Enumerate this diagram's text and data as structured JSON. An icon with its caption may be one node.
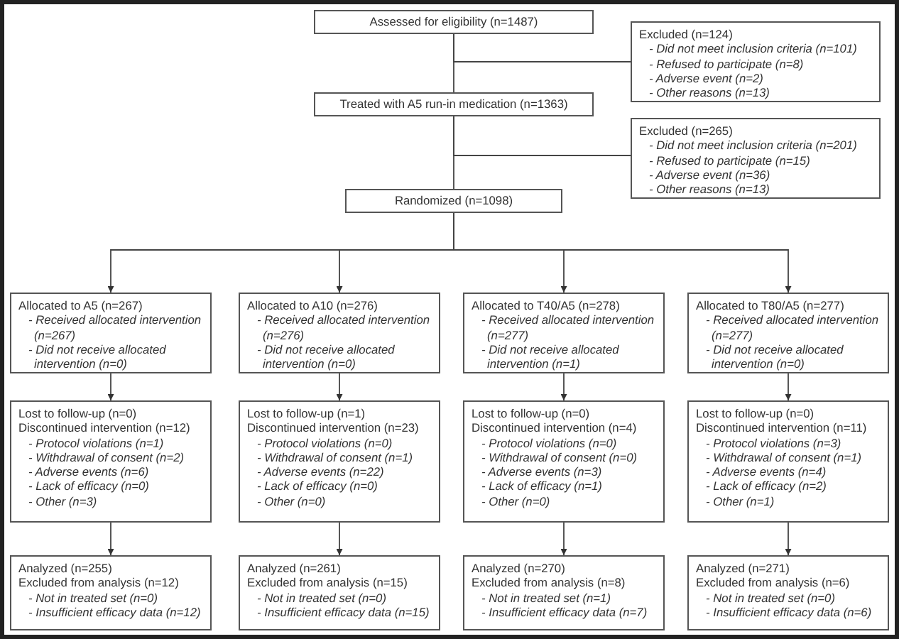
{
  "diagram": {
    "nodes": [
      {
        "text": [
          "Assessed for eligibility (n=1487)"
        ]
      },
      {
        "text": [
          "Excluded (n=124)",
          "- Did not meet inclusion criteria (n=101)",
          "- Refused to participate (n=8)",
          "- Adverse event (n=2)",
          "- Other reasons (n=13)"
        ]
      },
      {
        "text": [
          "Treated with A5 run-in medication (n=1363)"
        ]
      },
      {
        "text": [
          "Excluded (n=265)",
          "- Did not meet inclusion criteria (n=201)",
          "- Refused to participate (n=15)",
          "- Adverse event (n=36)",
          "- Other reasons (n=13)"
        ]
      },
      {
        "text": [
          "Randomized (n=1098)"
        ]
      },
      {
        "text": [
          "Allocated to A5 (n=267)",
          "- Received allocated intervention (n=267)",
          "- Did not receive allocated intervention (n=0)"
        ]
      },
      {
        "text": [
          "Allocated to A10 (n=276)",
          "- Received allocated intervention (n=276)",
          "- Did not receive allocated intervention (n=0)"
        ]
      },
      {
        "text": [
          "Allocated to T40/A5 (n=278)",
          "- Received allocated intervention (n=277)",
          "- Did not receive allocated intervention (n=1)"
        ]
      },
      {
        "text": [
          "Allocated to T80/A5 (n=277)",
          "- Received allocated intervention (n=277)",
          "- Did not receive allocated intervention (n=0)"
        ]
      },
      {
        "text": [
          "Lost to follow-up (n=0)",
          "Discontinued intervention (n=12)",
          "- Protocol violations (n=1)",
          "- Withdrawal of consent (n=2)",
          "- Adverse events (n=6)",
          "- Lack of efficacy (n=0)",
          "- Other (n=3)"
        ]
      },
      {
        "text": [
          "Lost to follow-up (n=1)",
          "Discontinued intervention (n=23)",
          "- Protocol violations (n=0)",
          "- Withdrawal of consent (n=1)",
          "- Adverse events (n=22)",
          "- Lack of efficacy (n=0)",
          "- Other (n=0)"
        ]
      },
      {
        "text": [
          "Lost to follow-up (n=0)",
          "Discontinued intervention (n=4)",
          "- Protocol violations (n=0)",
          "- Withdrawal of consent (n=0)",
          "- Adverse events (n=3)",
          "- Lack of efficacy (n=1)",
          "- Other (n=0)"
        ]
      },
      {
        "text": [
          "Lost to follow-up (n=0)",
          "Discontinued intervention (n=11)",
          "- Protocol violations (n=3)",
          "- Withdrawal of consent (n=1)",
          "- Adverse events (n=4)",
          "- Lack of efficacy (n=2)",
          "- Other (n=1)"
        ]
      },
      {
        "text": [
          "Analyzed (n=255)",
          "Excluded from analysis (n=12)",
          "- Not in treated set (n=0)",
          "- Insufficient efficacy data (n=12)"
        ]
      },
      {
        "text": [
          "Analyzed (n=261)",
          "Excluded from analysis (n=15)",
          "- Not in treated set (n=0)",
          "- Insufficient efficacy data (n=15)"
        ]
      },
      {
        "text": [
          "Analyzed (n=270)",
          "Excluded from analysis (n=8)",
          "- Not in treated set (n=1)",
          "- Insufficient efficacy data (n=7)"
        ]
      },
      {
        "text": [
          "Analyzed (n=271)",
          "Excluded from analysis (n=6)",
          "- Not in treated set (n=0)",
          "- Insufficient efficacy data (n=6)"
        ]
      }
    ],
    "edges": [
      {
        "from": 0,
        "to": 2,
        "arrow": "none"
      },
      {
        "from": 0,
        "to": 1,
        "arrow": "none"
      },
      {
        "from": 2,
        "to": 4,
        "arrow": "none"
      },
      {
        "from": 2,
        "to": 3,
        "arrow": "none"
      },
      {
        "from": 4,
        "to": 5,
        "arrow": "to"
      },
      {
        "from": 4,
        "to": 6,
        "arrow": "to"
      },
      {
        "from": 4,
        "to": 7,
        "arrow": "to"
      },
      {
        "from": 4,
        "to": 8,
        "arrow": "to"
      },
      {
        "from": 5,
        "to": 9,
        "arrow": "to"
      },
      {
        "from": 6,
        "to": 10,
        "arrow": "to"
      },
      {
        "from": 7,
        "to": 11,
        "arrow": "to"
      },
      {
        "from": 8,
        "to": 12,
        "arrow": "to"
      },
      {
        "from": 9,
        "to": 13,
        "arrow": "to"
      },
      {
        "from": 10,
        "to": 14,
        "arrow": "to"
      },
      {
        "from": 11,
        "to": 15,
        "arrow": "to"
      },
      {
        "from": 12,
        "to": 16,
        "arrow": "to"
      }
    ]
  }
}
